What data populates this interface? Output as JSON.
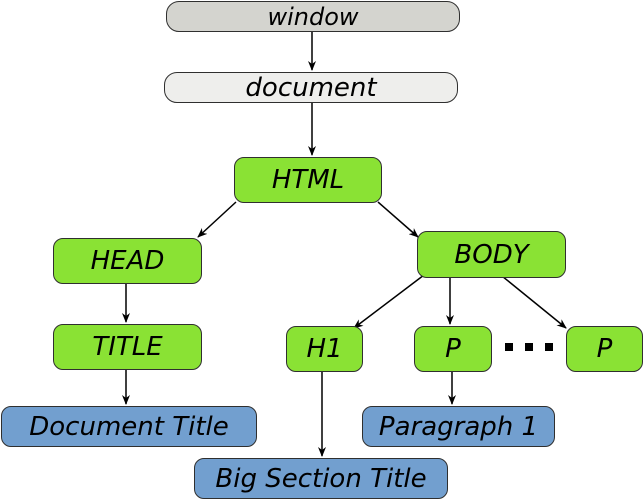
{
  "nodes": {
    "window": "window",
    "document": "document",
    "html": "HTML",
    "head": "HEAD",
    "body": "BODY",
    "title": "TITLE",
    "h1": "H1",
    "p1": "P",
    "p2": "P",
    "document_title": "Document Title",
    "paragraph_1": "Paragraph 1",
    "big_section_title": "Big Section Title"
  },
  "colors": {
    "window_fill": "#d4d4cf",
    "document_fill": "#eeeeec",
    "element_fill": "#8ae234",
    "text_node_fill": "#729fcf"
  }
}
